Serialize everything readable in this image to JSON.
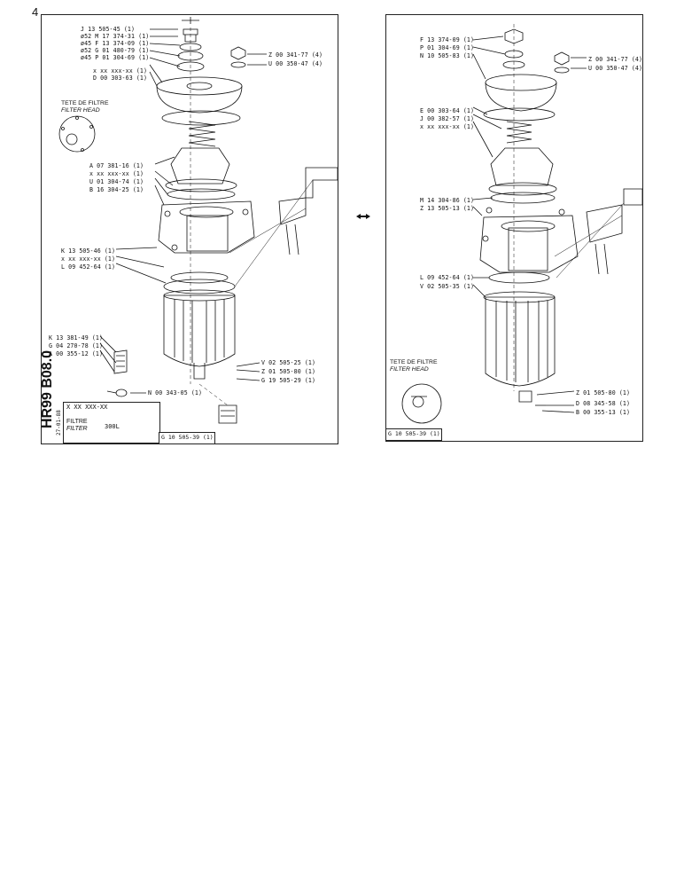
{
  "page_number": "4",
  "left_panel": {
    "filter_head_caption": {
      "fr": "TETE DE FILTRE",
      "en": "FILTER HEAD"
    },
    "top_callouts": [
      {
        "prefix": "",
        "code": "J 13 505-45 (1)"
      },
      {
        "prefix": "ø52",
        "code": "M 17 374-31 (1)"
      },
      {
        "prefix": "ø45",
        "code": "F 13 374-09 (1)"
      },
      {
        "prefix": "ø52",
        "code": "G 01 480-79 (1)"
      },
      {
        "prefix": "ø45",
        "code": "P 01 304-69 (1)"
      },
      {
        "prefix": "",
        "code": "x xx xxx-xx (1)"
      },
      {
        "prefix": "",
        "code": "D 00 303-63 (1)"
      }
    ],
    "nut_callouts": [
      "Z 00 341-77 (4)",
      "U 00 350-47 (4)"
    ],
    "mid_callouts": [
      "A 07 381-16 (1)",
      "x xx xxx-xx (1)",
      "U 01 304-74 (1)",
      "B 16 304-25 (1)"
    ],
    "lower_callouts": [
      "K 13 505-46 (1)",
      "x xx xxx-xx (1)",
      "L 09 452-64 (1)"
    ],
    "drain_callouts": [
      "K 13 381-49 (1)",
      "G 04 270-78 (1)",
      "A 00 355-12 (1)"
    ],
    "plug_callout": "N 00 343-05 (1)",
    "right_callouts": [
      "V 02 505-25 (1)",
      "Z 01 505-80 (1)",
      "G 19 505-29 (1)"
    ],
    "title_block": {
      "doc_code": "HR99 B08.0",
      "date": "27-01-88",
      "part_ref": "X XX XXX-XX",
      "title_fr": "FILTRE",
      "title_en": "FILTER",
      "model": "300L",
      "bottom_ref": "G 10 505-39 (1)"
    }
  },
  "right_panel": {
    "top_callouts": [
      "F 13 374-09 (1)",
      "P 01 304-69 (1)",
      "N 10 505-83 (1)"
    ],
    "nut_callouts": [
      "Z 00 341-77 (4)",
      "U 00 350-47 (4)"
    ],
    "mid_callouts": [
      "E 00 303-64 (1)",
      "J 00 382-57 (1)",
      "x xx xxx-xx (1)"
    ],
    "lower_callouts": [
      "M 14 304-86 (1)",
      "Z 13 505-13 (1)"
    ],
    "bowl_callouts": [
      "L 09 452-64 (1)",
      "V 02 505-35 (1)"
    ],
    "filter_head_caption": {
      "fr": "TETE DE FILTRE",
      "en": "FILTER HEAD"
    },
    "bottom_callouts": [
      "Z 01 505-80 (1)",
      "D 08 345-58 (1)",
      "B 00 355-13 (1)"
    ],
    "bottom_ref": "G 10 505-39 (1)"
  }
}
